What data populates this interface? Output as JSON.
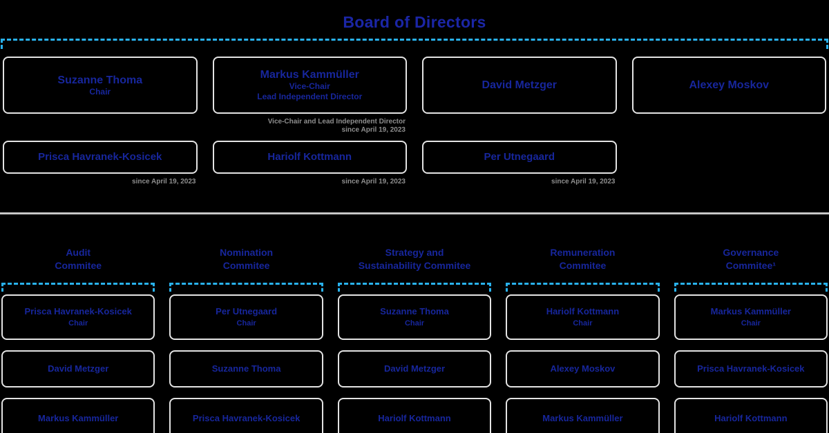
{
  "title": "Board of Directors",
  "colors": {
    "background": "#000000",
    "navy_text": "#17269c",
    "dashed_bracket": "#29b2ef",
    "box_border": "#e4e4e4",
    "note_gray": "#8e8e8e",
    "divider_gray": "#c7c7c7"
  },
  "board": {
    "row1": [
      {
        "name": "Suzanne Thoma",
        "roles": [
          "Chair"
        ]
      },
      {
        "name": "Markus Kammüller",
        "roles": [
          "Vice-Chair",
          "Lead Independent Director"
        ],
        "caption_lines": [
          "Vice-Chair and Lead Independent Director",
          "since April 19, 2023"
        ]
      },
      {
        "name": "David Metzger"
      },
      {
        "name": "Alexey Moskov"
      }
    ],
    "row2": [
      {
        "name": "Prisca Havranek-Kosicek",
        "caption": "since April 19, 2023"
      },
      {
        "name": "Hariolf Kottmann",
        "caption": "since April 19, 2023"
      },
      {
        "name": "Per Utnegaard",
        "caption": "since April 19, 2023"
      }
    ]
  },
  "committees": [
    {
      "title_lines": [
        "Audit",
        "Commitee"
      ],
      "members": [
        {
          "name": "Prisca Havranek-Kosicek",
          "role": "Chair"
        },
        {
          "name": "David Metzger"
        },
        {
          "name": "Markus Kammüller"
        }
      ]
    },
    {
      "title_lines": [
        "Nomination",
        "Commitee"
      ],
      "members": [
        {
          "name": "Per Utnegaard",
          "role": "Chair"
        },
        {
          "name": "Suzanne Thoma"
        },
        {
          "name": "Prisca Havranek-Kosicek"
        }
      ]
    },
    {
      "title_lines": [
        "Strategy and",
        "Sustainability Commitee"
      ],
      "members": [
        {
          "name": "Suzanne Thoma",
          "role": "Chair"
        },
        {
          "name": "David Metzger"
        },
        {
          "name": "Hariolf Kottmann"
        }
      ]
    },
    {
      "title_lines": [
        "Remuneration",
        "Commitee"
      ],
      "members": [
        {
          "name": "Hariolf Kottmann",
          "role": "Chair"
        },
        {
          "name": "Alexey Moskov"
        },
        {
          "name": "Markus Kammüller"
        }
      ]
    },
    {
      "title_lines": [
        "Governance",
        "Commitee¹"
      ],
      "members": [
        {
          "name": "Markus Kammüller",
          "role": "Chair"
        },
        {
          "name": "Prisca Havranek-Kosicek"
        },
        {
          "name": "Hariolf Kottmann"
        }
      ]
    }
  ]
}
